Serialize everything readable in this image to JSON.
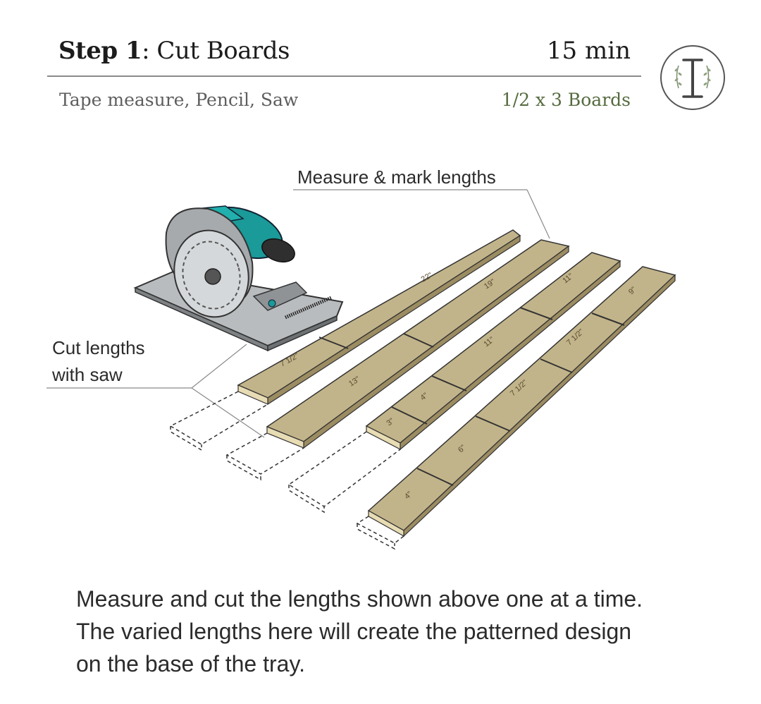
{
  "header": {
    "step_label": "Step 1",
    "step_title": ": Cut Boards",
    "time": "15 min"
  },
  "tools": "Tape measure, Pencil, Saw",
  "materials": "1/2 x 3 Boards",
  "callouts": {
    "measure": "Measure & mark lengths",
    "cut_line1": "Cut lengths",
    "cut_line2": "with saw"
  },
  "boards": [
    {
      "segments": [
        "7 1/2\"",
        "22\""
      ]
    },
    {
      "segments": [
        "13\"",
        "19\""
      ]
    },
    {
      "segments": [
        "3\"",
        "4\"",
        "11\"",
        "11\""
      ]
    },
    {
      "segments": [
        "4\"",
        "6\"",
        "7 1/2\"",
        "7 1/2\"",
        "9\""
      ]
    }
  ],
  "description": {
    "line1": "Measure and cut the lengths shown above one at a time.",
    "line2": "The varied lengths here will create the patterned design",
    "line3": "on the base of the tray."
  },
  "colors": {
    "wood_top": "#c2b48a",
    "wood_side": "#9c8c62",
    "wood_end": "#e8dcb4",
    "saw_teal": "#1a9a98",
    "accent_green": "#566b40"
  },
  "icons": [
    "logo-monogram-icon",
    "circular-saw-icon"
  ]
}
